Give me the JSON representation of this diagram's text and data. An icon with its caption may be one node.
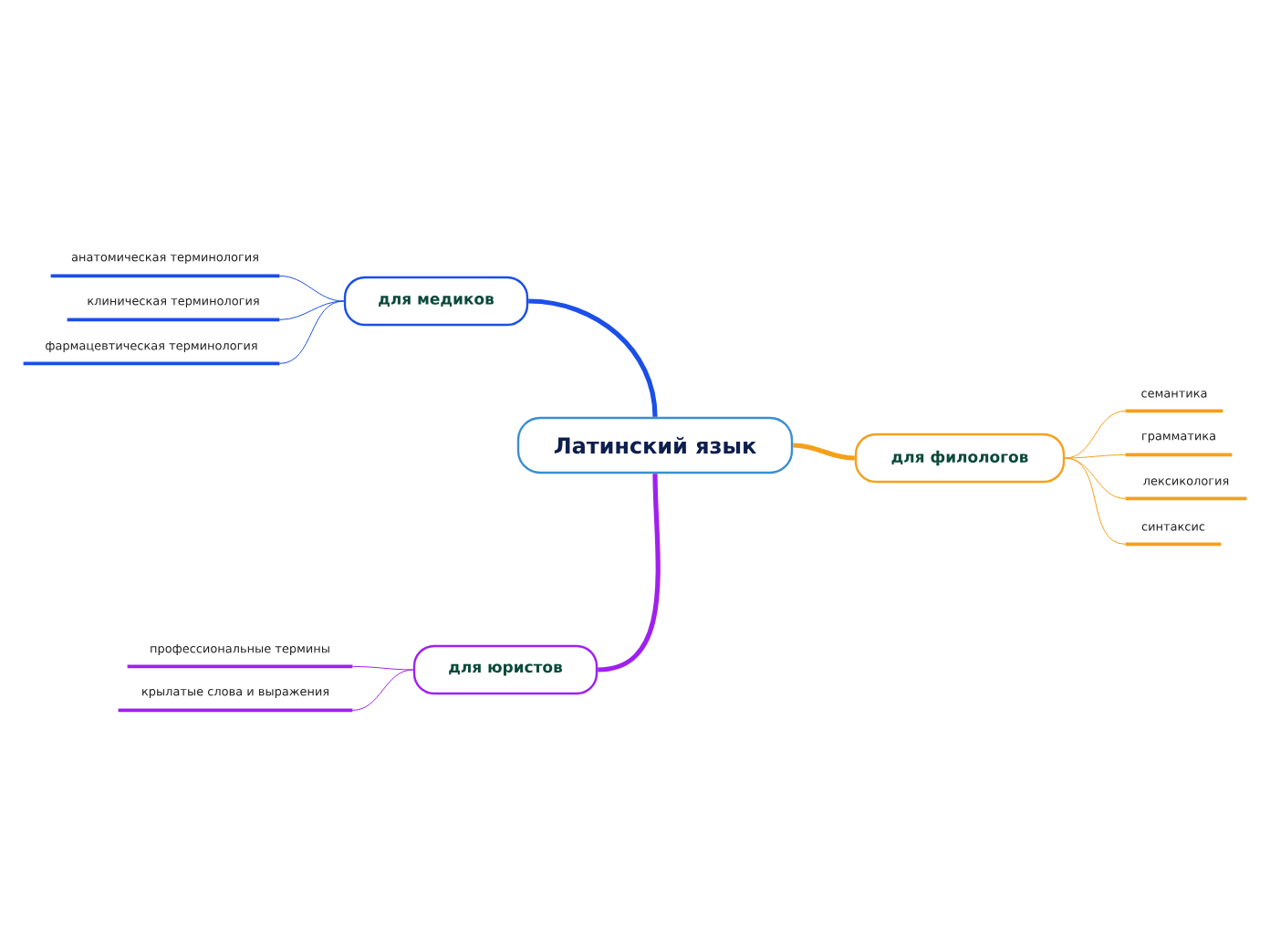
{
  "diagram": {
    "nodes": [
      {
        "text": [
          "Латинский язык"
        ]
      },
      {
        "text": [
          "для медиков"
        ]
      },
      {
        "text": [
          "анатомическая терминология"
        ]
      },
      {
        "text": [
          "клиническая терминология"
        ]
      },
      {
        "text": [
          "фармацевтическая терминология"
        ]
      },
      {
        "text": [
          "для филологов"
        ]
      },
      {
        "text": [
          "семантика"
        ]
      },
      {
        "text": [
          "грамматика"
        ]
      },
      {
        "text": [
          "лексикология"
        ]
      },
      {
        "text": [
          "синтаксис"
        ]
      },
      {
        "text": [
          "для юристов"
        ]
      },
      {
        "text": [
          "профессиональные термины"
        ]
      },
      {
        "text": [
          "крылатые слова и выражения"
        ]
      }
    ],
    "edges": [
      {
        "from": 0,
        "to": 1,
        "arrow": "none",
        "style": "thick",
        "color": "#1a4fe8"
      },
      {
        "from": 1,
        "to": 2,
        "arrow": "none",
        "color": "#1a4fe8"
      },
      {
        "from": 1,
        "to": 3,
        "arrow": "none",
        "color": "#1a4fe8"
      },
      {
        "from": 1,
        "to": 4,
        "arrow": "none",
        "color": "#1a4fe8"
      },
      {
        "from": 0,
        "to": 5,
        "arrow": "none",
        "style": "thick",
        "color": "#f5a01a"
      },
      {
        "from": 5,
        "to": 6,
        "arrow": "none",
        "color": "#f5a01a"
      },
      {
        "from": 5,
        "to": 7,
        "arrow": "none",
        "color": "#f5a01a"
      },
      {
        "from": 5,
        "to": 8,
        "arrow": "none",
        "color": "#f5a01a"
      },
      {
        "from": 5,
        "to": 9,
        "arrow": "none",
        "color": "#f5a01a"
      },
      {
        "from": 0,
        "to": 10,
        "arrow": "none",
        "style": "thick",
        "color": "#a020f0"
      },
      {
        "from": 10,
        "to": 11,
        "arrow": "none",
        "color": "#a020f0"
      },
      {
        "from": 10,
        "to": 12,
        "arrow": "none",
        "color": "#a020f0"
      }
    ]
  }
}
